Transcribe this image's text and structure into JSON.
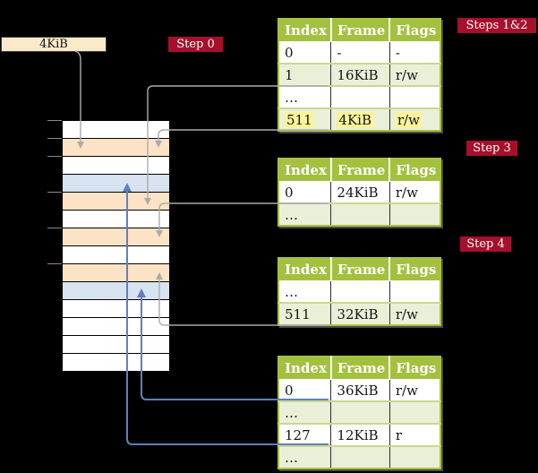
{
  "frame_box": {
    "label": "4KiB"
  },
  "step_labels": [
    {
      "text": "Step 0"
    },
    {
      "text": "Steps 1&2"
    },
    {
      "text": "Step 3"
    },
    {
      "text": "Step 4"
    }
  ],
  "table_headers": [
    "Index",
    "Frame",
    "Flags"
  ],
  "tables": [
    {
      "name": "page-table-steps-1-2",
      "rows": [
        {
          "cells": [
            "0",
            "-",
            "-"
          ],
          "hl": "false"
        },
        {
          "cells": [
            "1",
            "16KiB",
            "r/w"
          ],
          "hl": "false"
        },
        {
          "cells": [
            "…",
            "",
            ""
          ],
          "hl": "false"
        },
        {
          "cells": [
            "511",
            "4KiB",
            "r/w"
          ],
          "hl": "true"
        }
      ]
    },
    {
      "name": "page-table-step-3",
      "rows": [
        {
          "cells": [
            "0",
            "24KiB",
            "r/w"
          ],
          "hl": "false"
        },
        {
          "cells": [
            "…",
            "",
            ""
          ],
          "hl": "false"
        }
      ]
    },
    {
      "name": "page-table-step-4",
      "rows": [
        {
          "cells": [
            "…",
            "",
            ""
          ],
          "hl": "false"
        },
        {
          "cells": [
            "511",
            "32KiB",
            "r/w"
          ],
          "hl": "false"
        }
      ]
    },
    {
      "name": "page-table-leaf",
      "rows": [
        {
          "cells": [
            "0",
            "36KiB",
            "r/w"
          ],
          "hl": "false"
        },
        {
          "cells": [
            "…",
            "",
            ""
          ],
          "hl": "false"
        },
        {
          "cells": [
            "127",
            "12KiB",
            "r"
          ],
          "hl": "false"
        },
        {
          "cells": [
            "…",
            "",
            ""
          ],
          "hl": "false"
        }
      ]
    }
  ],
  "memory": {
    "rows": [
      {
        "kind": "frame"
      },
      {
        "kind": "pagetable"
      },
      {
        "kind": "frame"
      },
      {
        "kind": "mapped"
      },
      {
        "kind": "pagetable"
      },
      {
        "kind": "frame"
      },
      {
        "kind": "pagetable"
      },
      {
        "kind": "frame"
      },
      {
        "kind": "pagetable"
      },
      {
        "kind": "mapped"
      },
      {
        "kind": "frame"
      },
      {
        "kind": "frame"
      },
      {
        "kind": "frame"
      },
      {
        "kind": "frame"
      }
    ]
  },
  "connections": [
    {
      "from": "frame-size-box",
      "to": "memory-row-2",
      "color": "gray"
    },
    {
      "from": "table-1-entry-1",
      "to": "memory-row-5",
      "color": "gray"
    },
    {
      "from": "table-1-entry-511",
      "to": "memory-row-2",
      "color": "gray"
    },
    {
      "from": "table-2-entry-0",
      "to": "memory-row-7",
      "color": "gray"
    },
    {
      "from": "table-3-entry-511",
      "to": "memory-row-9",
      "color": "gray"
    },
    {
      "from": "table-4-entry-0",
      "to": "memory-row-10",
      "color": "blue"
    },
    {
      "from": "table-4-entry-127",
      "to": "memory-row-4",
      "color": "blue"
    }
  ],
  "colors": {
    "background": "#000000",
    "table_header_green": "#A3C03F",
    "table_border_green": "#A9C23F",
    "row_light_green": "#EAF0D8",
    "row_white": "#FFFFFF",
    "highlight_yellow": "#FBF39B",
    "label_red": "#A6102B",
    "memory_pagetable_peach": "#FCE3C5",
    "memory_mapped_blue": "#D8E3F2",
    "frame_box_cream": "#FAEACA",
    "arrow_gray": "#ABABAB",
    "arrow_blue": "#5E81BC"
  }
}
